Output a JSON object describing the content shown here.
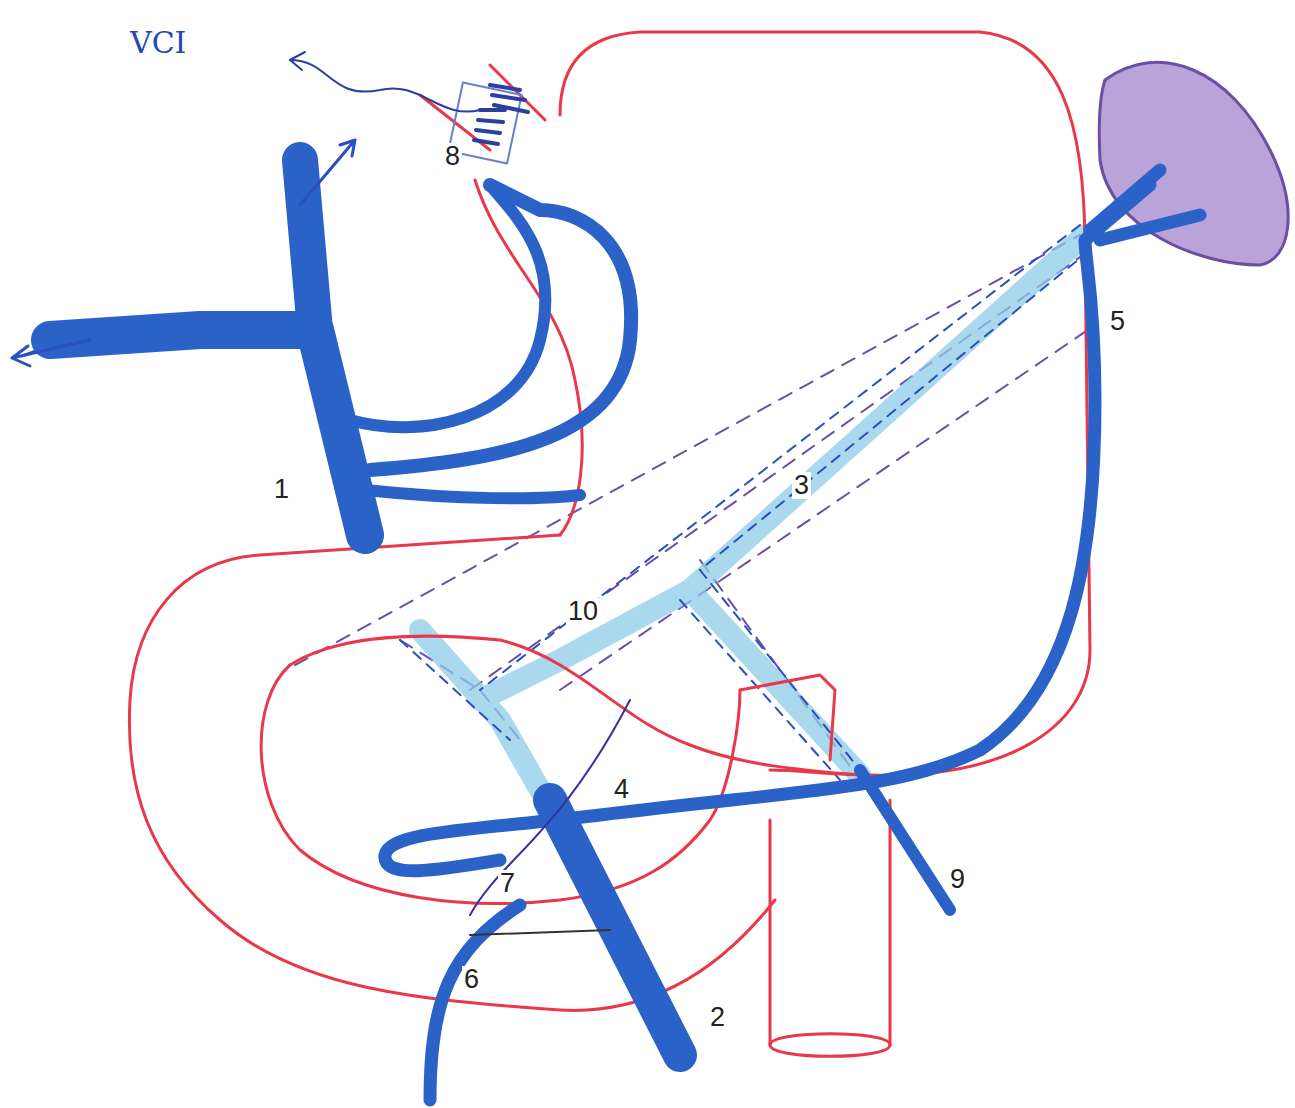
{
  "diagram": {
    "labels": [
      "VCI",
      "8",
      "1",
      "3",
      "10",
      "5",
      "4",
      "7",
      "6",
      "2",
      "9"
    ]
  }
}
